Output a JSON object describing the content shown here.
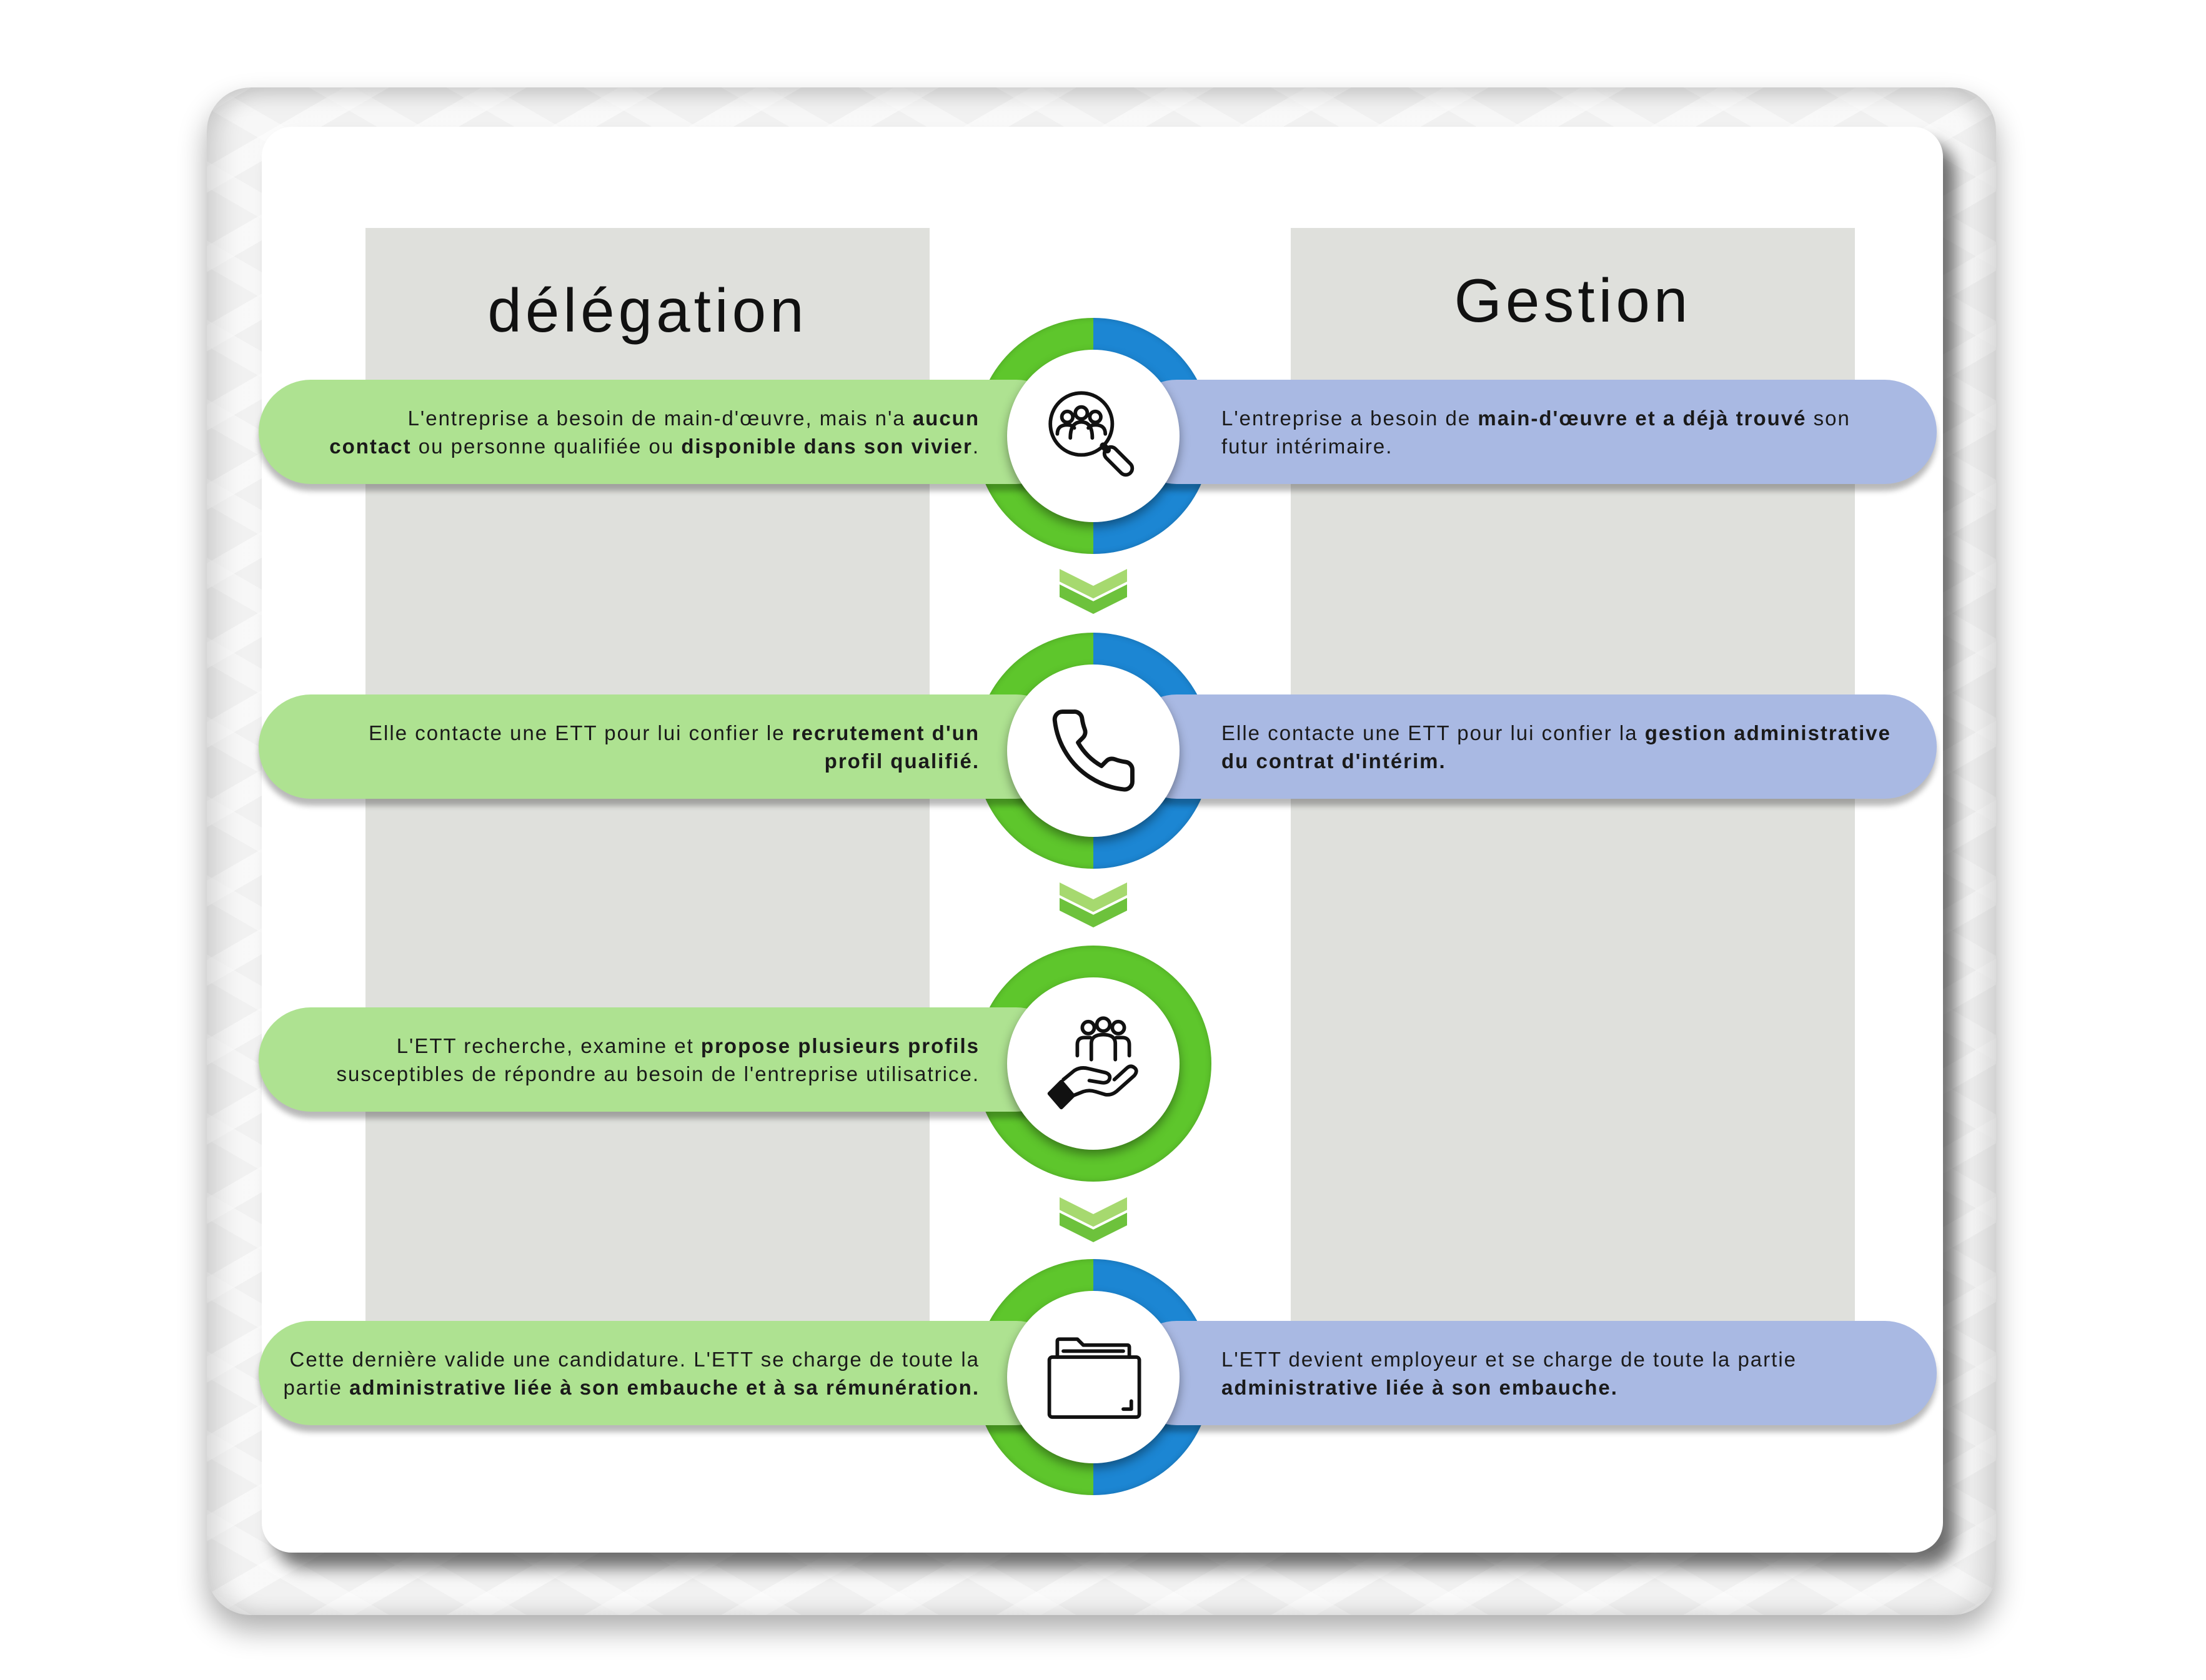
{
  "colors": {
    "ring_green": "#5ec62c",
    "ring_blue": "#1c86d3",
    "left_pill": "#aee291",
    "right_pill": "#a9b9e3",
    "column_background": "#dfe0dc",
    "arrow_green": "#6dc23c"
  },
  "columns": [
    {
      "title": "délégation"
    },
    {
      "title": "Gestion"
    }
  ],
  "steps": [
    {
      "icon": "search-people-icon",
      "ring_colors": [
        "#5ec62c",
        "#1c86d3"
      ],
      "left": {
        "lines": [
          [
            {
              "text": "L'entreprise a besoin de main-d'œuvre, mais n'a ",
              "bold": false
            },
            {
              "text": "aucun",
              "bold": true
            }
          ],
          [
            {
              "text": "contact",
              "bold": true
            },
            {
              "text": " ou personne qualifiée ou ",
              "bold": false
            },
            {
              "text": "disponible dans son vivier",
              "bold": true
            },
            {
              "text": ".",
              "bold": false
            }
          ]
        ]
      },
      "right": {
        "lines": [
          [
            {
              "text": "L'entreprise a besoin de ",
              "bold": false
            },
            {
              "text": "main-d'œuvre et a déjà trouvé",
              "bold": true
            },
            {
              "text": " son",
              "bold": false
            }
          ],
          [
            {
              "text": "futur intérimaire.",
              "bold": false
            }
          ]
        ]
      }
    },
    {
      "icon": "phone-icon",
      "ring_colors": [
        "#5ec62c",
        "#1c86d3"
      ],
      "left": {
        "lines": [
          [
            {
              "text": "Elle contacte une ETT pour lui confier le ",
              "bold": false
            },
            {
              "text": "recrutement d'un",
              "bold": true
            }
          ],
          [
            {
              "text": "profil qualifié.",
              "bold": true
            }
          ]
        ]
      },
      "right": {
        "lines": [
          [
            {
              "text": "Elle contacte une ETT pour lui confier la ",
              "bold": false
            },
            {
              "text": "gestion administrative",
              "bold": true
            }
          ],
          [
            {
              "text": "du contrat d'intérim.",
              "bold": true
            }
          ]
        ]
      }
    },
    {
      "icon": "hand-people-icon",
      "ring_colors": [
        "#5ec62c"
      ],
      "left": {
        "lines": [
          [
            {
              "text": "L'ETT recherche, examine et ",
              "bold": false
            },
            {
              "text": "propose plusieurs profils",
              "bold": true
            }
          ],
          [
            {
              "text": "susceptibles de répondre au besoin de l'entreprise utilisatrice.",
              "bold": false
            }
          ]
        ]
      }
    },
    {
      "icon": "folder-icon",
      "ring_colors": [
        "#5ec62c",
        "#1c86d3"
      ],
      "left": {
        "lines": [
          [
            {
              "text": "Cette dernière valide une candidature. L'ETT se charge de toute la",
              "bold": false
            }
          ],
          [
            {
              "text": "partie ",
              "bold": false
            },
            {
              "text": "administrative liée à son embauche et à sa rémunération.",
              "bold": true
            }
          ]
        ]
      },
      "right": {
        "lines": [
          [
            {
              "text": "L'ETT devient employeur et se charge de toute la partie",
              "bold": false
            }
          ],
          [
            {
              "text": "administrative liée à son embauche.",
              "bold": true
            }
          ]
        ]
      }
    }
  ],
  "connectors": [
    {
      "icon": "chevron-down-icon"
    },
    {
      "icon": "chevron-down-icon"
    },
    {
      "icon": "chevron-down-icon"
    }
  ]
}
